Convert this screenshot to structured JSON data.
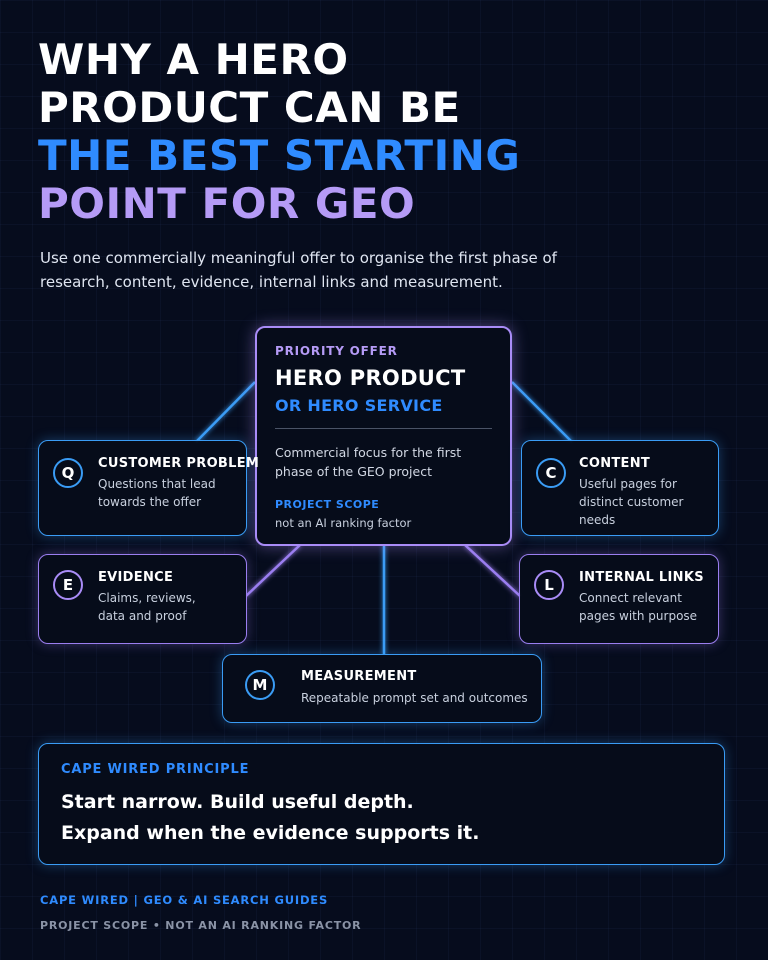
{
  "title": {
    "line1": "WHY A HERO",
    "line2": "PRODUCT CAN BE",
    "line3": "THE BEST STARTING",
    "line4": "POINT FOR GEO"
  },
  "subtitle": "Use one commercially meaningful offer to organise the first phase of research, content, evidence, internal links and measurement.",
  "center": {
    "label": "PRIORITY OFFER",
    "title": "HERO PRODUCT",
    "subtitle": "OR HERO SERVICE",
    "body": "Commercial focus for the first phase of the GEO project",
    "scope_label": "PROJECT SCOPE",
    "scope_value": "not an AI ranking factor"
  },
  "nodes": {
    "customer_problem": {
      "letter": "Q",
      "title": "CUSTOMER PROBLEM",
      "body": "Questions that lead towards the offer"
    },
    "content": {
      "letter": "C",
      "title": "CONTENT",
      "body": "Useful pages for distinct customer needs"
    },
    "evidence": {
      "letter": "E",
      "title": "EVIDENCE",
      "body": "Claims, reviews, data and proof"
    },
    "internal_links": {
      "letter": "L",
      "title": "INTERNAL LINKS",
      "body": "Connect relevant pages with purpose"
    },
    "measurement": {
      "letter": "M",
      "title": "MEASUREMENT",
      "body": "Repeatable prompt set and outcomes"
    }
  },
  "principle": {
    "label": "CAPE WIRED PRINCIPLE",
    "line1": "Start narrow. Build useful depth.",
    "line2": "Expand when the evidence supports it."
  },
  "footer": {
    "brand": "CAPE WIRED  |  GEO & AI SEARCH GUIDES",
    "note": "PROJECT SCOPE • NOT AN AI RANKING FACTOR"
  },
  "colors": {
    "background": "#060c1d",
    "blue": "#2f8bff",
    "blue_border": "#3a9cf5",
    "purple": "#b59bf6",
    "purple_border": "#9b7ef0"
  }
}
